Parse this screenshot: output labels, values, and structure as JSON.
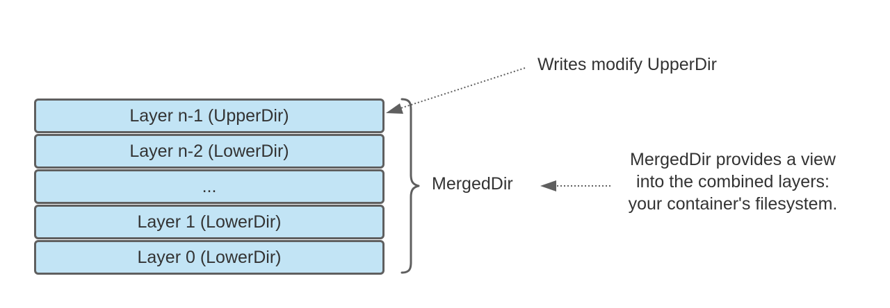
{
  "layers": [
    {
      "label": "Layer n-1 (UpperDir)"
    },
    {
      "label": "Layer n-2 (LowerDir)"
    },
    {
      "label": "..."
    },
    {
      "label": "Layer 1 (LowerDir)"
    },
    {
      "label": "Layer 0 (LowerDir)"
    }
  ],
  "annotations": {
    "writes": "Writes modify UpperDir",
    "merged_dir": "MergedDir",
    "description": [
      "MergedDir provides a view",
      "into the combined layers:",
      "your container's filesystem."
    ]
  },
  "colors": {
    "layer_fill": "#c2e4f5",
    "stroke": "#5f5f5f",
    "text": "#333333"
  }
}
